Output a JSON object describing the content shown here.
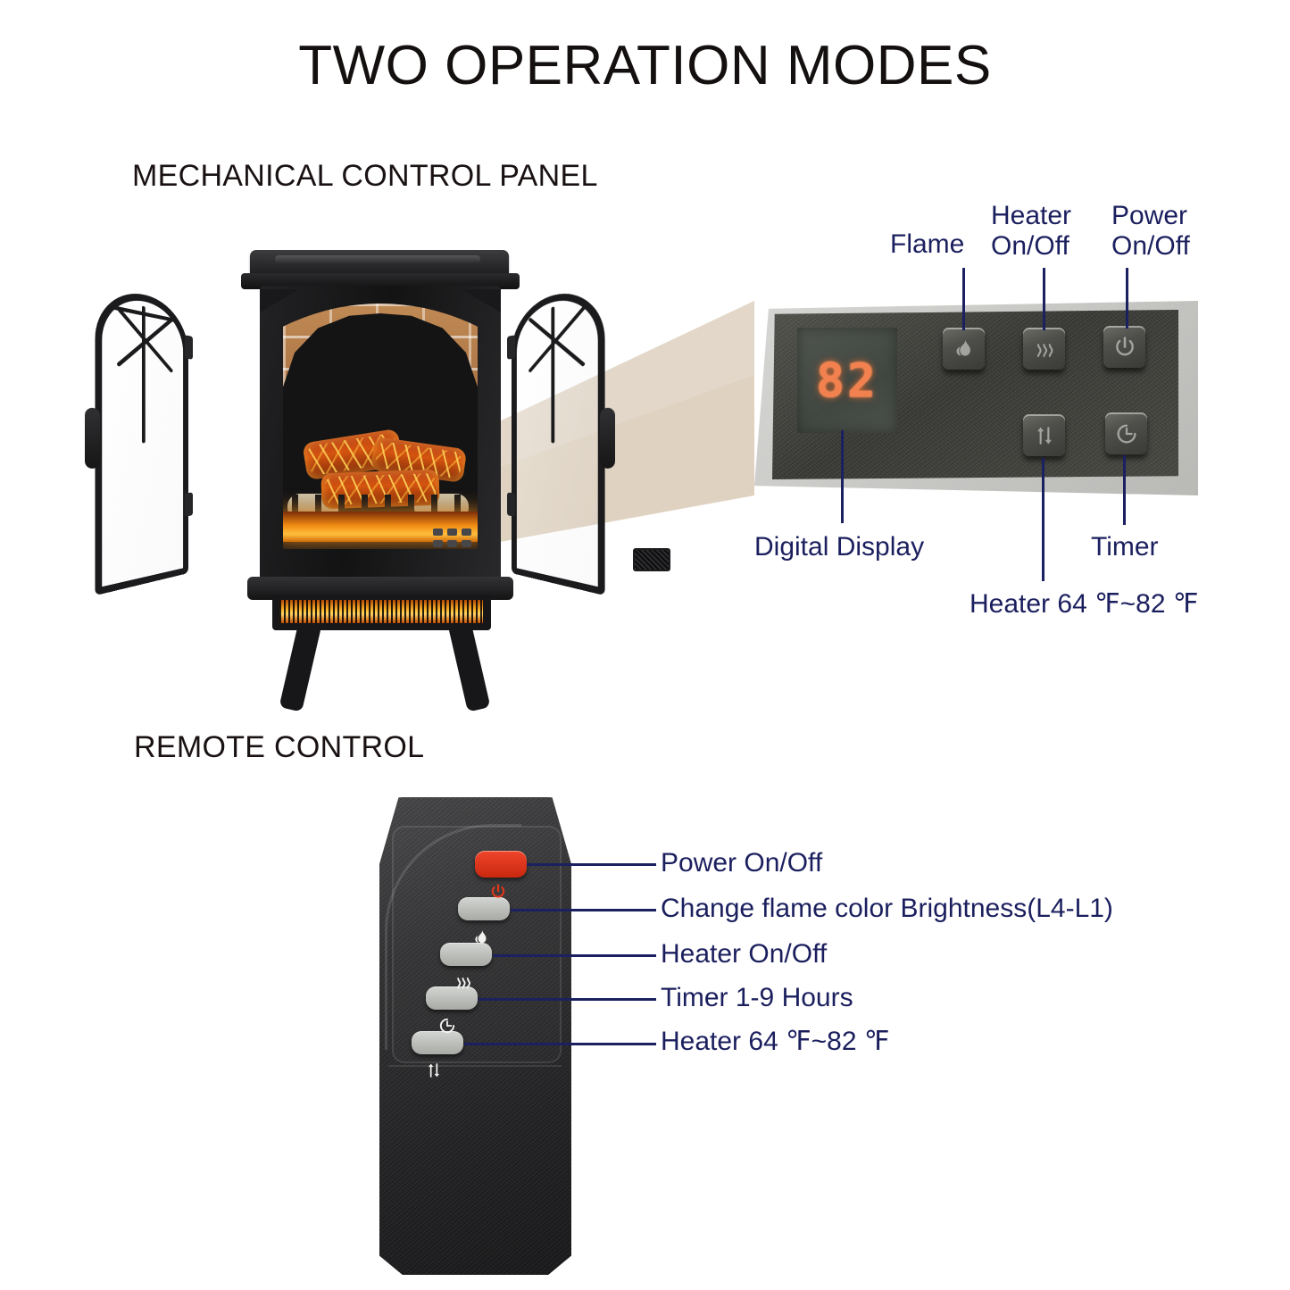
{
  "page": {
    "title": "TWO OPERATION MODES",
    "background_color": "#ffffff",
    "label_color": "#1b2060",
    "title_color": "#151010"
  },
  "sections": {
    "mechanical": {
      "heading": "MECHANICAL CONTROL PANEL",
      "display_value": "82",
      "display_color": "#f2814f",
      "callouts_top": [
        {
          "label": "Flame",
          "icon": "flame-icon"
        },
        {
          "label": "Heater\nOn/Off",
          "line1": "Heater",
          "line2": "On/Off",
          "icon": "heat-waves-icon"
        },
        {
          "label": "Power\nOn/Off",
          "line1": "Power",
          "line2": "On/Off",
          "icon": "power-icon"
        }
      ],
      "callouts_bottom": [
        {
          "label": "Digital Display",
          "icon": "seven-segment-display"
        },
        {
          "label": "Heater 64 ℉~82 ℉",
          "icon": "up-down-arrows-icon"
        },
        {
          "label": "Timer",
          "icon": "timer-clock-icon"
        }
      ]
    },
    "remote": {
      "heading": "REMOTE CONTROL",
      "buttons": [
        {
          "label": "Power On/Off",
          "icon": "power-icon",
          "color": "#e0381b"
        },
        {
          "label": "Change flame color Brightness(L4-L1)",
          "icon": "flame-icon",
          "color": "#c3c5c1"
        },
        {
          "label": "Heater On/Off",
          "icon": "heat-waves-icon",
          "color": "#c3c5c1"
        },
        {
          "label": "Timer 1-9 Hours",
          "icon": "timer-clock-icon",
          "color": "#c3c5c1"
        },
        {
          "label": "Heater 64 ℉~82 ℉",
          "icon": "up-down-arrows-icon",
          "color": "#c3c5c1"
        }
      ]
    }
  },
  "product": {
    "name": "electric-fireplace-stove",
    "body_color": "#1a1a1c",
    "ember_color": "#ffb92e"
  }
}
